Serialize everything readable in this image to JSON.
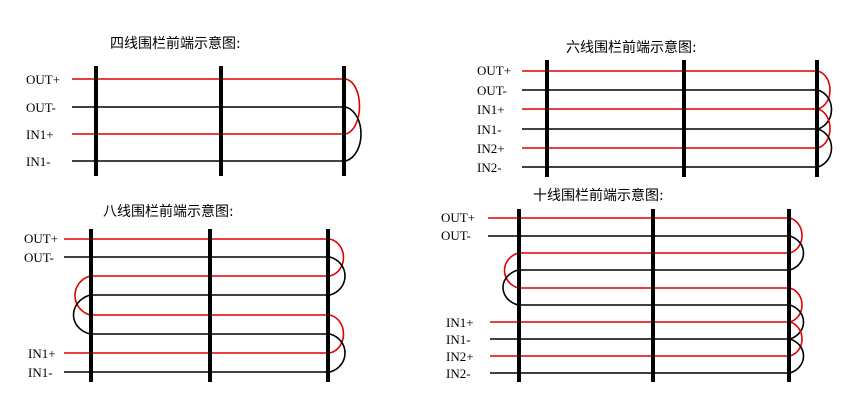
{
  "diagrams": {
    "four": {
      "title": "四线围栏前端示意图:",
      "labels": [
        "OUT+",
        "OUT-",
        "IN1+",
        "IN1-"
      ]
    },
    "six": {
      "title": "六线围栏前端示意图:",
      "labels": [
        "OUT+",
        "OUT-",
        "IN1+",
        "IN1-",
        "IN2+",
        "IN2-"
      ]
    },
    "eight": {
      "title": "八线围栏前端示意图:",
      "labels": [
        "OUT+",
        "OUT-",
        "IN1+",
        "IN1-"
      ]
    },
    "ten": {
      "title": "十线围栏前端示意图:",
      "labels": [
        "OUT+",
        "OUT-",
        "IN1+",
        "IN1-",
        "IN2+",
        "IN2-"
      ]
    }
  },
  "colors": {
    "live": "#e00000",
    "return": "#000000"
  }
}
